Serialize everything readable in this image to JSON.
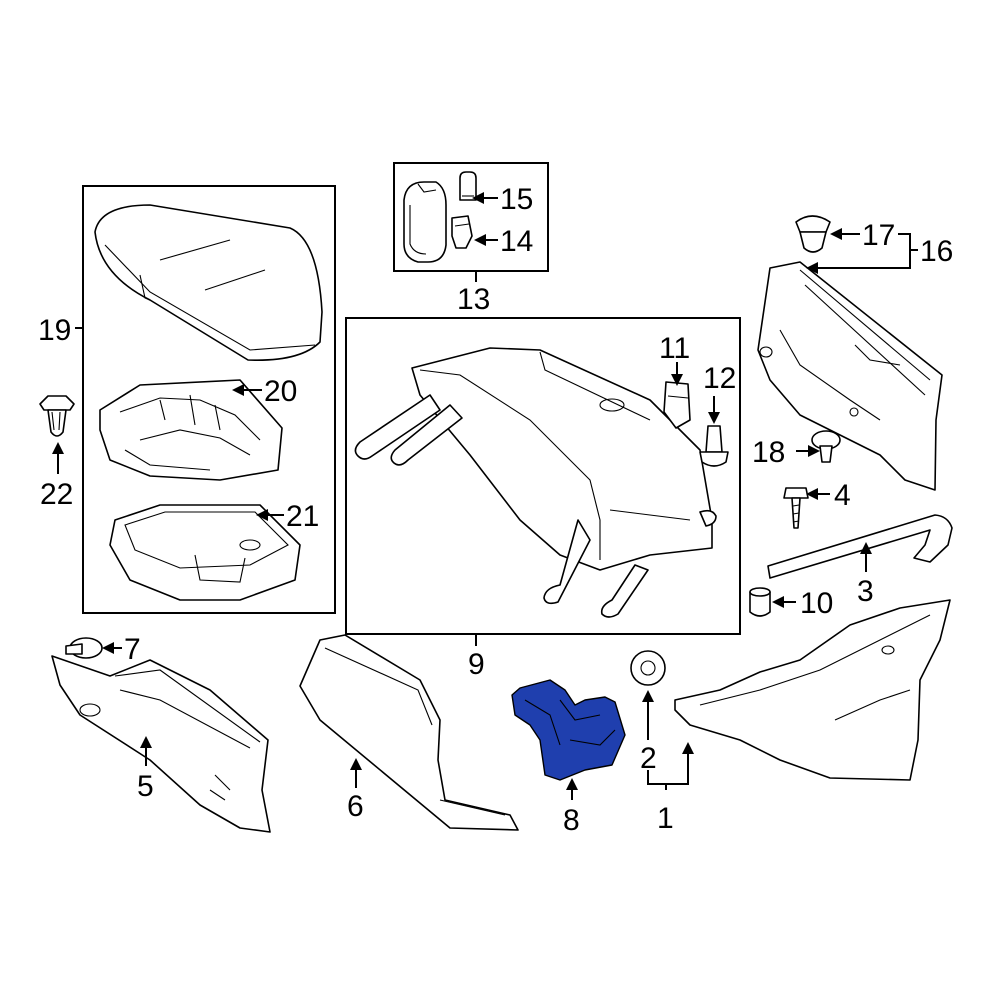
{
  "diagram": {
    "highlight_color": "#1f3fae",
    "callouts": [
      {
        "id": "1",
        "text": "1"
      },
      {
        "id": "2",
        "text": "2"
      },
      {
        "id": "3",
        "text": "3"
      },
      {
        "id": "4",
        "text": "4"
      },
      {
        "id": "5",
        "text": "5"
      },
      {
        "id": "6",
        "text": "6"
      },
      {
        "id": "7",
        "text": "7"
      },
      {
        "id": "8",
        "text": "8"
      },
      {
        "id": "9",
        "text": "9"
      },
      {
        "id": "10",
        "text": "10"
      },
      {
        "id": "11",
        "text": "11"
      },
      {
        "id": "12",
        "text": "12"
      },
      {
        "id": "13",
        "text": "13"
      },
      {
        "id": "14",
        "text": "14"
      },
      {
        "id": "15",
        "text": "15"
      },
      {
        "id": "16",
        "text": "16"
      },
      {
        "id": "17",
        "text": "17"
      },
      {
        "id": "18",
        "text": "18"
      },
      {
        "id": "19",
        "text": "19"
      },
      {
        "id": "20",
        "text": "20"
      },
      {
        "id": "21",
        "text": "21"
      },
      {
        "id": "22",
        "text": "22"
      }
    ]
  }
}
